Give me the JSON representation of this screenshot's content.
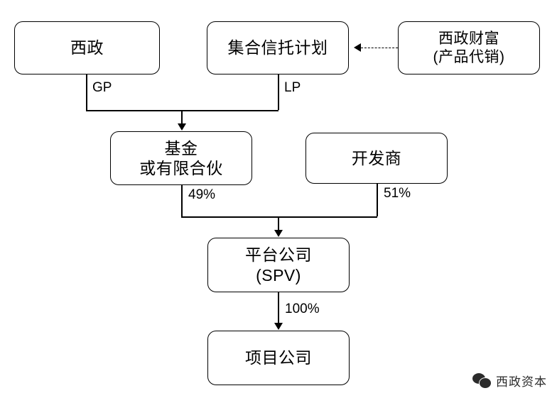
{
  "diagram": {
    "title": "",
    "nodes": [
      {
        "id": "xizheng",
        "label": "西政",
        "line2": ""
      },
      {
        "id": "trust",
        "label": "集合信托计划",
        "line2": ""
      },
      {
        "id": "wealth",
        "label": "西政财富",
        "line2": "(产品代销)"
      },
      {
        "id": "fund",
        "label": "基金",
        "line2": "或有限合伙"
      },
      {
        "id": "developer",
        "label": "开发商",
        "line2": ""
      },
      {
        "id": "spv",
        "label": "平台公司",
        "line2": "(SPV)"
      },
      {
        "id": "project",
        "label": "项目公司",
        "line2": ""
      }
    ],
    "edge_labels": [
      {
        "id": "gp",
        "text": "GP"
      },
      {
        "id": "lp",
        "text": "LP"
      },
      {
        "id": "p49",
        "text": "49%"
      },
      {
        "id": "p51",
        "text": "51%"
      },
      {
        "id": "p100",
        "text": "100%"
      }
    ]
  },
  "watermark": {
    "text": "西政资本",
    "icon": "wechat-icon"
  }
}
